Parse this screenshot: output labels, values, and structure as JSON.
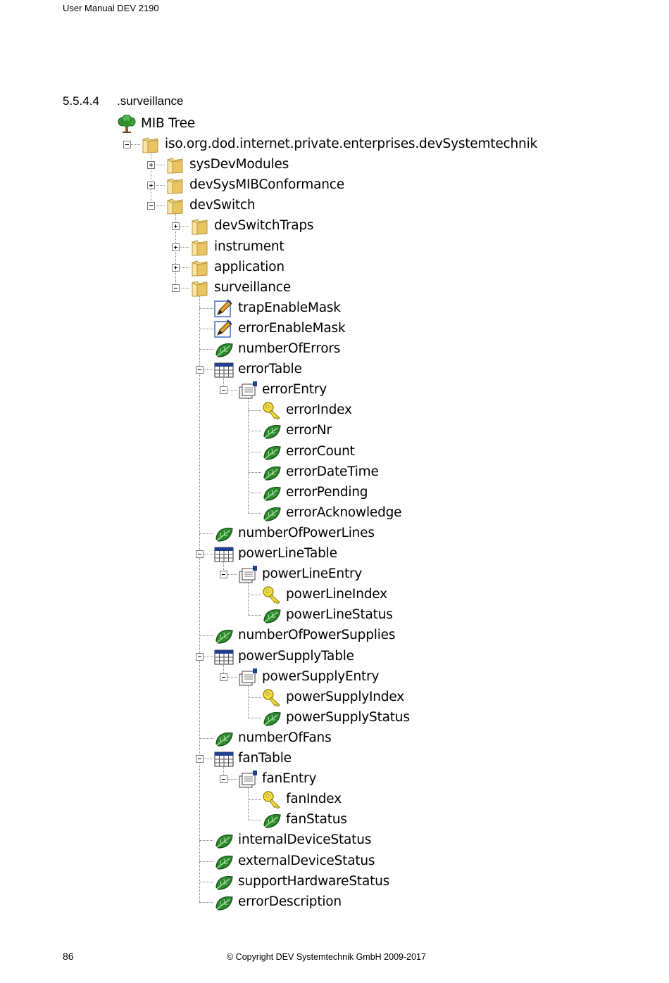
{
  "header": {
    "text": "User Manual DEV 2190"
  },
  "section": {
    "number": "5.5.4.4",
    "title": ".surveillance"
  },
  "footer": {
    "page": "86",
    "copyright": "© Copyright DEV Systemtechnik GmbH 2009-2017"
  },
  "tree": {
    "root": {
      "label": "MIB Tree",
      "icon": "tree-icon"
    },
    "nodes": [
      {
        "label": "iso.org.dod.internet.private.enterprises.devSystemtechnik",
        "depth": 1,
        "icon": "folder",
        "expander": "minus"
      },
      {
        "label": "sysDevModules",
        "depth": 2,
        "icon": "folder",
        "expander": "plus"
      },
      {
        "label": "devSysMIBConformance",
        "depth": 2,
        "icon": "folder",
        "expander": "plus"
      },
      {
        "label": "devSwitch",
        "depth": 2,
        "icon": "folder",
        "expander": "minus"
      },
      {
        "label": "devSwitchTraps",
        "depth": 3,
        "icon": "folder",
        "expander": "plus"
      },
      {
        "label": "instrument",
        "depth": 3,
        "icon": "folder",
        "expander": "plus"
      },
      {
        "label": "application",
        "depth": 3,
        "icon": "folder",
        "expander": "plus"
      },
      {
        "label": "surveillance",
        "depth": 3,
        "icon": "folder",
        "expander": "minus"
      },
      {
        "label": "trapEnableMask",
        "depth": 4,
        "icon": "pen"
      },
      {
        "label": "errorEnableMask",
        "depth": 4,
        "icon": "pen"
      },
      {
        "label": "numberOfErrors",
        "depth": 4,
        "icon": "leaf"
      },
      {
        "label": "errorTable",
        "depth": 4,
        "icon": "table",
        "expander": "minus"
      },
      {
        "label": "errorEntry",
        "depth": 5,
        "icon": "entry",
        "expander": "minus"
      },
      {
        "label": "errorIndex",
        "depth": 6,
        "icon": "key"
      },
      {
        "label": "errorNr",
        "depth": 6,
        "icon": "leaf"
      },
      {
        "label": "errorCount",
        "depth": 6,
        "icon": "leaf"
      },
      {
        "label": "errorDateTime",
        "depth": 6,
        "icon": "leaf"
      },
      {
        "label": "errorPending",
        "depth": 6,
        "icon": "leaf"
      },
      {
        "label": "errorAcknowledge",
        "depth": 6,
        "icon": "leaf"
      },
      {
        "label": "numberOfPowerLines",
        "depth": 4,
        "icon": "leaf"
      },
      {
        "label": "powerLineTable",
        "depth": 4,
        "icon": "table",
        "expander": "minus"
      },
      {
        "label": "powerLineEntry",
        "depth": 5,
        "icon": "entry",
        "expander": "minus"
      },
      {
        "label": "powerLineIndex",
        "depth": 6,
        "icon": "key"
      },
      {
        "label": "powerLineStatus",
        "depth": 6,
        "icon": "leaf"
      },
      {
        "label": "numberOfPowerSupplies",
        "depth": 4,
        "icon": "leaf"
      },
      {
        "label": "powerSupplyTable",
        "depth": 4,
        "icon": "table",
        "expander": "minus"
      },
      {
        "label": "powerSupplyEntry",
        "depth": 5,
        "icon": "entry",
        "expander": "minus"
      },
      {
        "label": "powerSupplyIndex",
        "depth": 6,
        "icon": "key"
      },
      {
        "label": "powerSupplyStatus",
        "depth": 6,
        "icon": "leaf"
      },
      {
        "label": "numberOfFans",
        "depth": 4,
        "icon": "leaf"
      },
      {
        "label": "fanTable",
        "depth": 4,
        "icon": "table",
        "expander": "minus"
      },
      {
        "label": "fanEntry",
        "depth": 5,
        "icon": "entry",
        "expander": "minus"
      },
      {
        "label": "fanIndex",
        "depth": 6,
        "icon": "key"
      },
      {
        "label": "fanStatus",
        "depth": 6,
        "icon": "leaf"
      },
      {
        "label": "internalDeviceStatus",
        "depth": 4,
        "icon": "leaf"
      },
      {
        "label": "externalDeviceStatus",
        "depth": 4,
        "icon": "leaf"
      },
      {
        "label": "supportHardwareStatus",
        "depth": 4,
        "icon": "leaf"
      },
      {
        "label": "errorDescription",
        "depth": 4,
        "icon": "leaf"
      }
    ]
  }
}
